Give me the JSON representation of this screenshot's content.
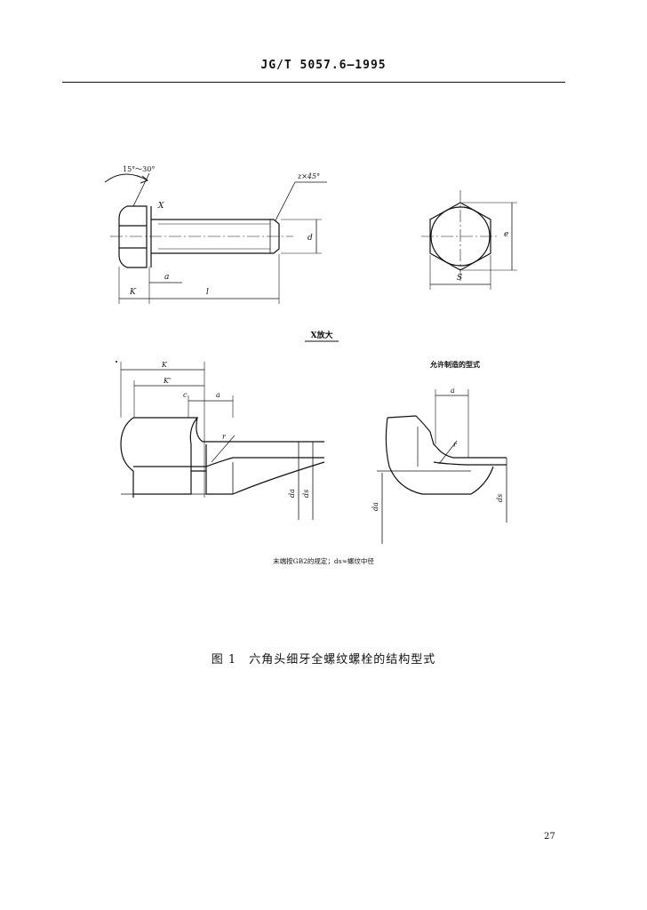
{
  "header": {
    "standard": "JG/T 5057.6—1995"
  },
  "overview": {
    "angle_label": "15°～30°",
    "chamfer_label": "z×45°",
    "labels": {
      "x": "X",
      "d": "d",
      "a": "a",
      "k": "K",
      "l": "l",
      "e": "e",
      "s": "S"
    }
  },
  "detail": {
    "title": "X放大",
    "alt_title": "允许制造的型式",
    "labels": {
      "k": "K",
      "k_prime": "K'",
      "c": "c",
      "a": "a",
      "r": "r",
      "da": "da",
      "ds": "ds",
      "alt_a": "a",
      "alt_r": "r",
      "alt_da": "da",
      "alt_ds": "ds"
    }
  },
  "note": "末端按GB2的规定；ds≈螺纹中径",
  "caption": {
    "label": "图 1",
    "title": "六角头细牙全螺纹螺栓的结构型式"
  },
  "page_number": "27"
}
